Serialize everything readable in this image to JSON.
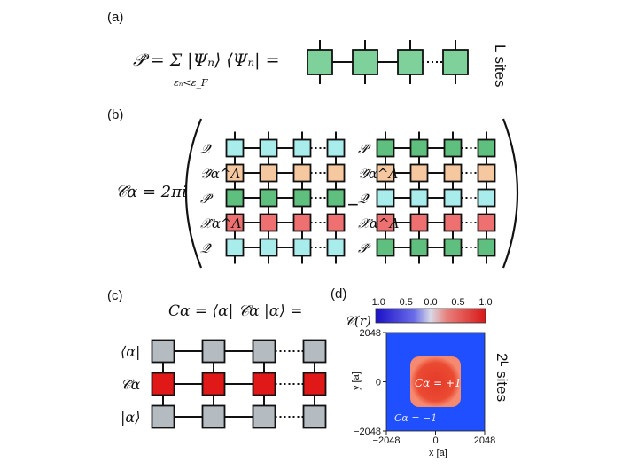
{
  "panel_a": {
    "label": "(a)",
    "equation": "𝒫̂ = Σ |Ψₙ⟩ ⟨Ψₙ| =",
    "sum_subscript": "εₙ<ε_F",
    "side_label": "L sites",
    "tensor_color": "#7fd19b"
  },
  "panel_b": {
    "label": "(b)",
    "lhs": "𝒞̂α = 2πi",
    "minus": "−",
    "rows_left": [
      "𝒬̂",
      "𝒴̂α^Λ",
      "𝒫̂",
      "𝒳̂α^Λ",
      "𝒬̂"
    ],
    "rows_right": [
      "𝒫̂",
      "𝒴̂α^Λ",
      "𝒬̂",
      "𝒳̂α^Λ",
      "𝒫̂"
    ],
    "colors": {
      "P": "#5fbf7f",
      "Q": "#a8ecec",
      "Y": "#f6c8a0",
      "X": "#ef7070"
    },
    "left_kinds": [
      "Q",
      "Y",
      "P",
      "X",
      "Q"
    ],
    "right_kinds": [
      "P",
      "Y",
      "Q",
      "X",
      "P"
    ]
  },
  "panel_c": {
    "label": "(c)",
    "equation": "Cα = ⟨α| 𝒞̂α |α⟩ =",
    "rows": [
      "⟨α|",
      "𝒞̂α",
      "|α⟩"
    ],
    "colors": {
      "gray": "#b4bcc2",
      "red": "#e01818"
    }
  },
  "panel_d": {
    "label": "(d)",
    "colorbar_label": "𝒞(r)",
    "colorbar_ticks": [
      "−1.0",
      "−0.5",
      "0.0",
      "0.5",
      "1.0"
    ],
    "x_ticks": [
      "−2048",
      "0",
      "2048"
    ],
    "y_ticks": [
      "2048",
      "0",
      "−2048"
    ],
    "xlabel": "x [a]",
    "ylabel": "y [a]",
    "inner_text": "Cα = +1",
    "outer_text": "Cα = −1",
    "side_label": "2ᴸ sites",
    "colors": {
      "background": "#1f4fff",
      "blob": "#e8392c",
      "blob_edge": "#ff7a5a"
    }
  }
}
